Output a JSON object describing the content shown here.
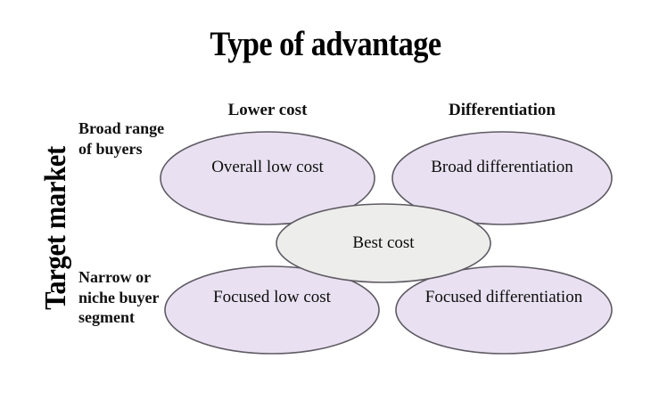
{
  "diagram": {
    "title": "Type of advantage",
    "axis_label": "Target market",
    "columns": [
      {
        "id": "lower-cost",
        "label": "Lower cost"
      },
      {
        "id": "differentiation",
        "label": "Differentiation"
      }
    ],
    "rows": [
      {
        "id": "broad",
        "label": "Broad range of buyers"
      },
      {
        "id": "narrow",
        "label": "Narrow or niche buyer segment"
      }
    ],
    "cells": [
      {
        "id": "overall-low-cost",
        "label": "Overall low cost",
        "row": "broad",
        "column": "lower-cost"
      },
      {
        "id": "broad-differentiation",
        "label": "Broad differentiation",
        "row": "broad",
        "column": "differentiation"
      },
      {
        "id": "focused-low-cost",
        "label": "Focused low cost",
        "row": "narrow",
        "column": "lower-cost"
      },
      {
        "id": "focused-differentiation",
        "label": "Focused differentiation",
        "row": "narrow",
        "column": "differentiation"
      }
    ],
    "center": {
      "id": "best-cost",
      "label": "Best cost"
    },
    "colors": {
      "background": "#ffffff",
      "ellipse_fill": "#E9E1F1",
      "ellipse_stroke": "#5F5A63",
      "center_fill": "#EDEDEB",
      "center_stroke": "#5F5A63",
      "text": "#111111"
    }
  }
}
